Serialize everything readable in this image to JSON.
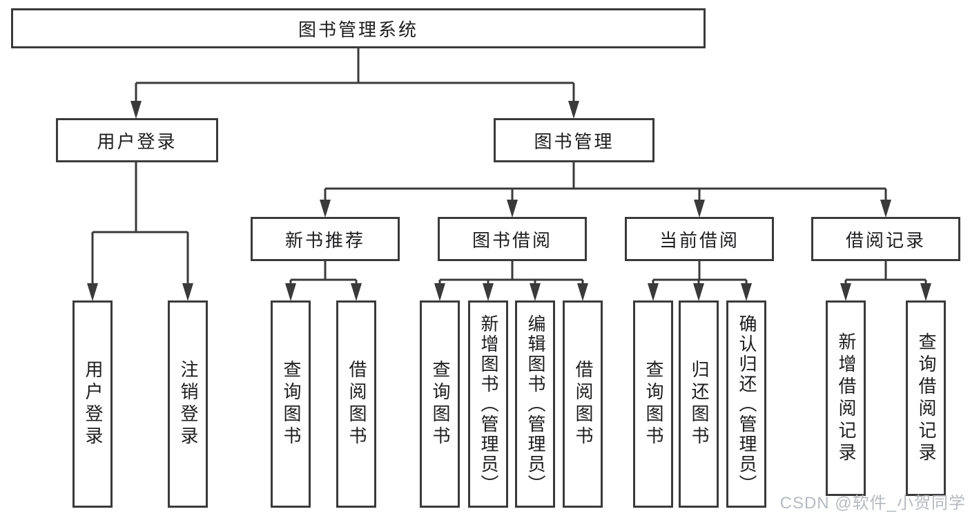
{
  "watermark": {
    "text": "CSDN @软件_小贺同学"
  },
  "colors": {
    "line": "#3a3a3a",
    "box_border": "#3a3a3a",
    "text": "#1d1d1f",
    "watermark": "#b3b7bd",
    "background": "#ffffff"
  },
  "tree": {
    "label": "图书管理系统",
    "children": [
      {
        "label": "用户登录",
        "children": [
          {
            "label": "用户登录"
          },
          {
            "label": "注销登录"
          }
        ]
      },
      {
        "label": "图书管理",
        "children": [
          {
            "label": "新书推荐",
            "children": [
              {
                "label": "查询图书"
              },
              {
                "label": "借阅图书"
              }
            ]
          },
          {
            "label": "图书借阅",
            "children": [
              {
                "label": "查询图书"
              },
              {
                "label": "新增图书（管理员）"
              },
              {
                "label": "编辑图书（管理员）"
              },
              {
                "label": "借阅图书"
              }
            ]
          },
          {
            "label": "当前借阅",
            "children": [
              {
                "label": "查询图书"
              },
              {
                "label": "归还图书"
              },
              {
                "label": "确认归还（管理员）"
              }
            ]
          },
          {
            "label": "借阅记录",
            "children": [
              {
                "label": "新增借阅记录"
              },
              {
                "label": "查询借阅记录"
              }
            ]
          }
        ]
      }
    ]
  }
}
